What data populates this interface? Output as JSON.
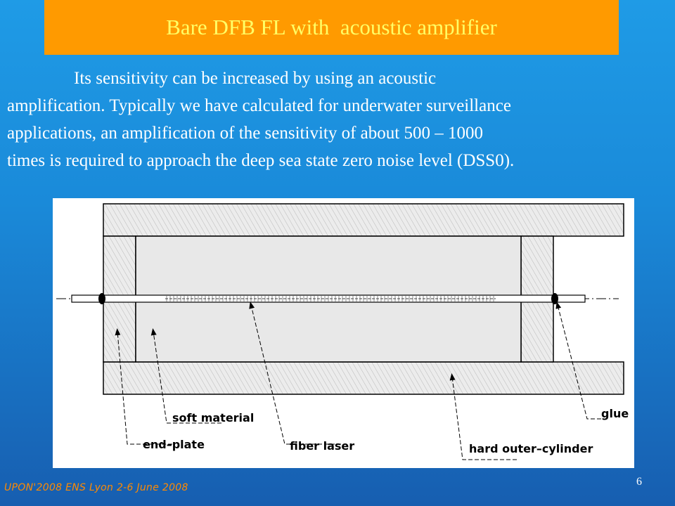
{
  "slide": {
    "title": "Bare DFB FL with  acoustic amplifier",
    "paragraph_lines": [
      "Its sensitivity can be increased by using an acoustic",
      "amplification. Typically we have calculated for underwater surveillance",
      "applications, an amplification of the sensitivity of about 500 – 1000",
      "times is required to approach the deep sea state zero noise level (DSS0)."
    ],
    "footer": "UPON'2008 ENS Lyon 2-6 June 2008",
    "page_number": "6"
  },
  "diagram": {
    "labels": {
      "soft_material": "soft material",
      "end_plate": "end–plate",
      "fiber_laser": "fiber laser",
      "hard_outer_cylinder": "hard outer–cylinder",
      "glue": "glue"
    }
  },
  "colors": {
    "title_bg": "#ff9a00",
    "title_text": "#ffff66",
    "footer_text": "#ff8a00"
  }
}
